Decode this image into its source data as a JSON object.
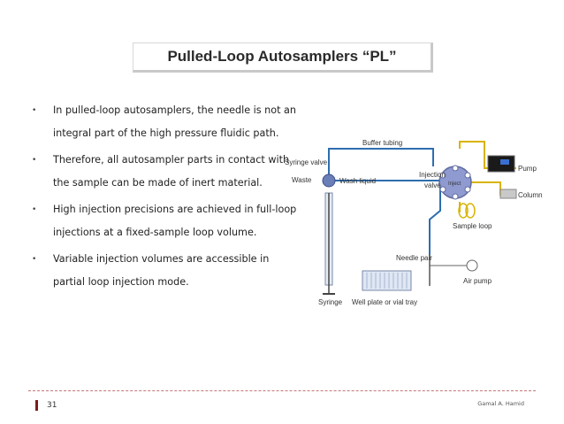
{
  "slide": {
    "title": "Pulled-Loop Autosamplers “PL”",
    "bullets": [
      "In pulled-loop autosamplers, the needle is not an integral part of the high pressure fluidic path.",
      "Therefore, all autosampler parts in contact with the sample can be made of inert material.",
      "High injection precisions are achieved in full-loop injections at a fixed-sample loop volume.",
      " Variable injection volumes are accessible in partial loop injection mode."
    ],
    "bullet_glyph": "•",
    "page_number": "31",
    "author": "Gamal A. Hamid"
  },
  "diagram": {
    "labels": {
      "buffer_tubing": "Buffer tubing",
      "syringe_valve": "Syringe valve",
      "waste": "Waste",
      "wash_liquid": "Wash liquid",
      "injection": "Injection",
      "valve": "valve",
      "inject": "Inject",
      "pump": "Pump",
      "column": "Column",
      "sample_loop": "Sample loop",
      "needle_pair": "Needle pair",
      "air_pump": "Air pump",
      "syringe": "Syringe",
      "well_plate": "Well plate or vial tray"
    },
    "colors": {
      "tubing": "#2e6db0",
      "valve": "#6a7fb8",
      "yellow_line": "#d9b400",
      "gray_line": "#999999"
    }
  }
}
